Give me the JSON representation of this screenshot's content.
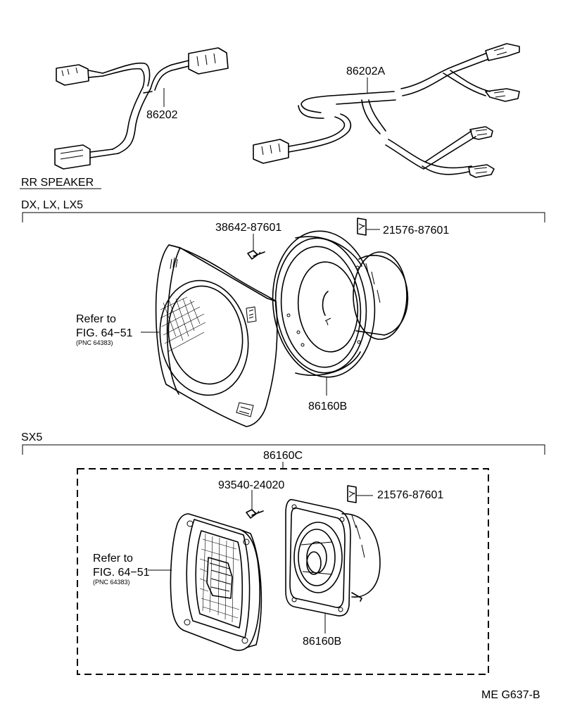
{
  "harness": {
    "left_part": "86202",
    "right_part": "86202A"
  },
  "sections": {
    "rr_speaker": "RR SPEAKER",
    "grade_1": "DX, LX, LX5",
    "grade_2": "SX5"
  },
  "dx_group": {
    "screw": "38642-87601",
    "label": "21576-87601",
    "speaker": "86160B",
    "refer_line1": "Refer to",
    "refer_line2": "FIG. 64−51",
    "refer_pnc": "(PNC 64383)"
  },
  "sx5_group": {
    "assembly": "86160C",
    "screw": "93540-24020",
    "label": "21576-87601",
    "speaker": "86160B",
    "refer_line1": "Refer to",
    "refer_line2": "FIG. 64−51",
    "refer_pnc": "(PNC 64383)"
  },
  "footer": {
    "code": "ME G637-B"
  }
}
